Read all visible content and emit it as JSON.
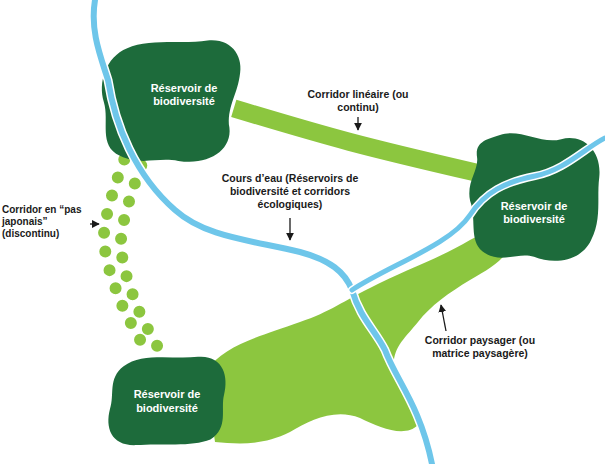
{
  "diagram": {
    "nodes": [
      {
        "text": [
          "Réservoir de biodiversité"
        ]
      },
      {
        "text": [
          "Réservoir de biodiversité"
        ]
      },
      {
        "text": [
          "Réservoir de biodiversité"
        ]
      }
    ],
    "edges": [
      {
        "from": 0,
        "to": 1,
        "arrow": "none"
      },
      {
        "from": 0,
        "to": 2,
        "arrow": "none"
      }
    ],
    "labels": [
      "Corridor linéaire (ou continu)",
      "Cours d’eau (Réservoirs de biodiversité et corridors écologiques)",
      "Corridor en “pas japonais” (discontinu)",
      "Corridor paysager (ou matrice paysagère)"
    ]
  }
}
